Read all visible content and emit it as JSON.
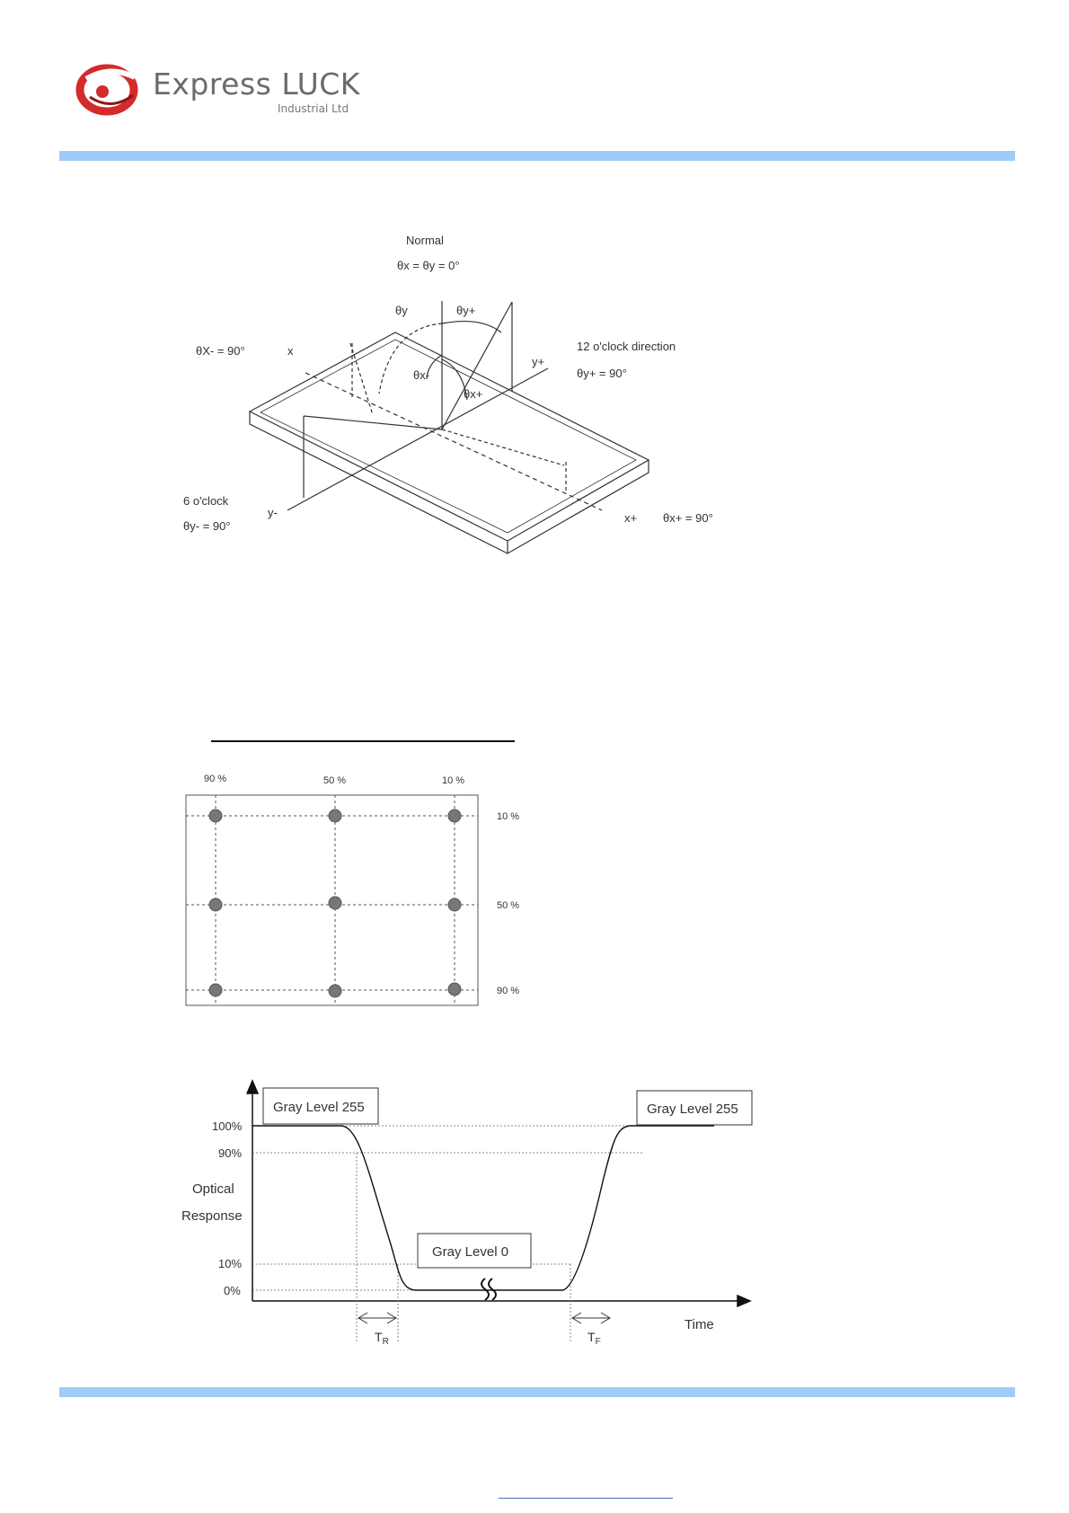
{
  "header": {
    "company_name": "Express LUCK",
    "company_sub": "Industrial Ltd",
    "band_color": "#9ecbf7",
    "logo_color": "#d42a2a"
  },
  "viewing_angle_diagram": {
    "normal_label": "Normal",
    "normal_eq": "θx = θy = 0°",
    "theta_y_label": "θy",
    "theta_y_plus_label": "θy+",
    "theta_x_minus_left": "θX- = 90°",
    "x_left": "x",
    "y_plus": "y+",
    "direction_12": "12 o'clock direction",
    "theta_y_plus_eq": "θy+ = 90°",
    "theta_x_minus_small": "θx-",
    "theta_x_plus_small": "θx+",
    "direction_6": "6 o'clock",
    "theta_y_minus_eq": "θy- = 90°",
    "y_minus": "y-",
    "x_plus": "x+",
    "theta_x_plus_eq": "θx+ = 90°"
  },
  "measure_points": {
    "col_labels": [
      "90 %",
      "50 %",
      "10 %"
    ],
    "row_labels": [
      "10 %",
      "50 %",
      "90 %"
    ]
  },
  "response_chart": {
    "box_left": "Gray Level 255",
    "box_right": "Gray Level 255",
    "box_mid": "Gray Level 0",
    "y_ticks": [
      "100%",
      "90%",
      "10%",
      "0%"
    ],
    "ylabel_line1": "Optical",
    "ylabel_line2": "Response",
    "xlabel": "Time",
    "tr_label": "T",
    "tr_sub": "R",
    "tf_label": "T",
    "tf_sub": "F"
  }
}
